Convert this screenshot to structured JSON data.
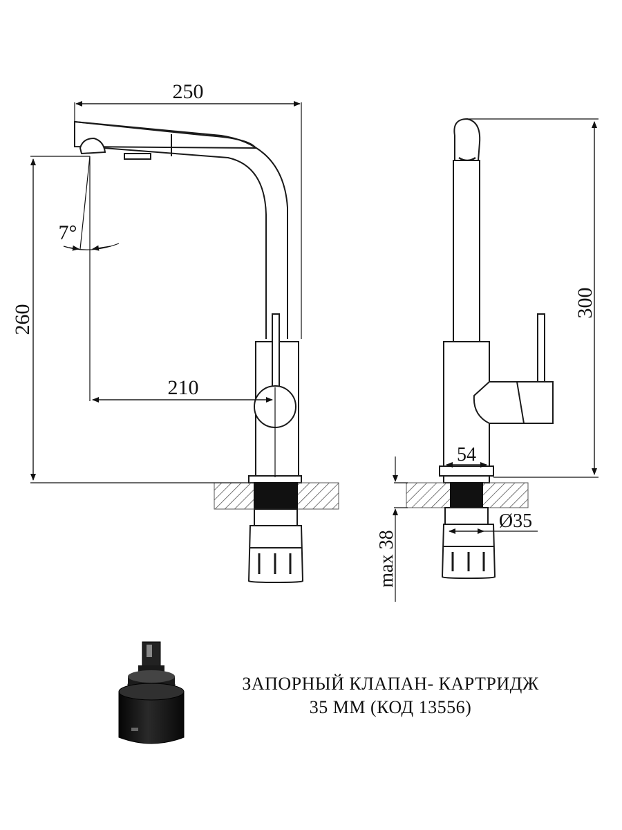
{
  "dimensions": {
    "width_top": "250",
    "height_spout": "260",
    "angle": "7°",
    "reach": "210",
    "height_total": "300",
    "base_width": "54",
    "hole_diameter": "Ø35",
    "max_thickness": "max 38"
  },
  "caption": {
    "line1": "ЗАПОРНЫЙ КЛАПАН- КАРТРИДЖ",
    "line2": "35 ММ (КОД 13556)"
  },
  "colors": {
    "line": "#1a1a1a",
    "cartridge_body": "#141414",
    "hatch": "#555555"
  }
}
